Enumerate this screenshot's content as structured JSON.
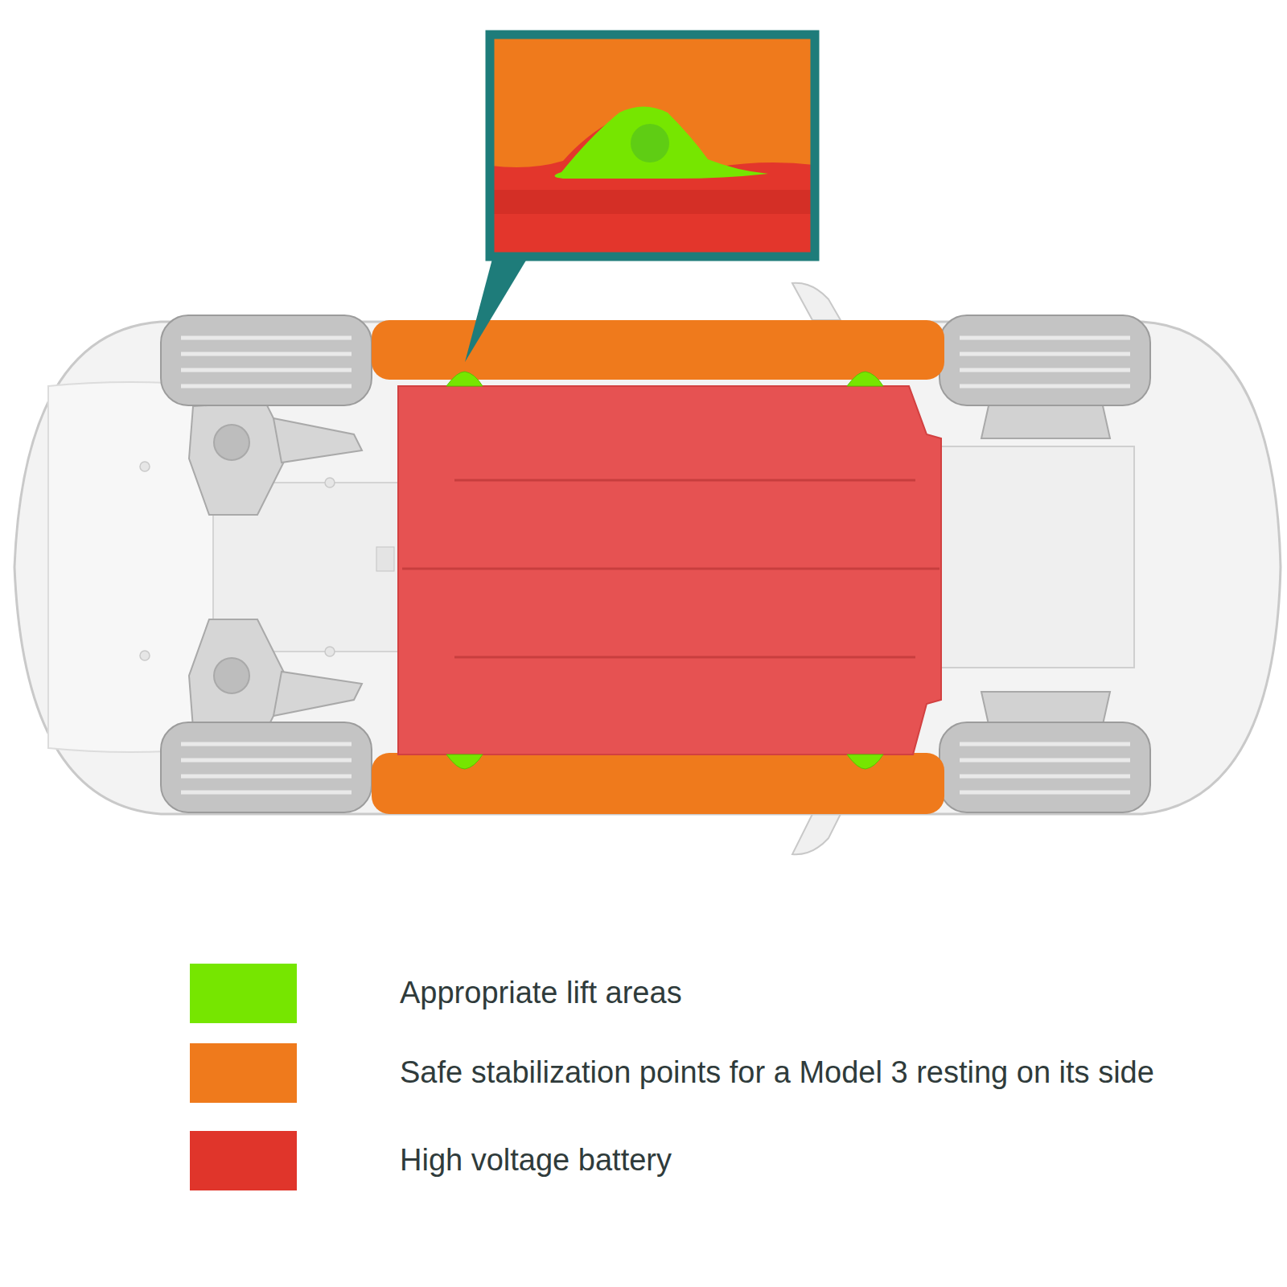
{
  "diagram": {
    "legend": [
      {
        "text": "Appropriate lift areas",
        "color": "#76e600"
      },
      {
        "text": "Safe stabilization points for a Model 3 resting on its side",
        "color": "#ef7a1c"
      },
      {
        "text": "High voltage battery",
        "color": "#e0352b"
      }
    ]
  }
}
